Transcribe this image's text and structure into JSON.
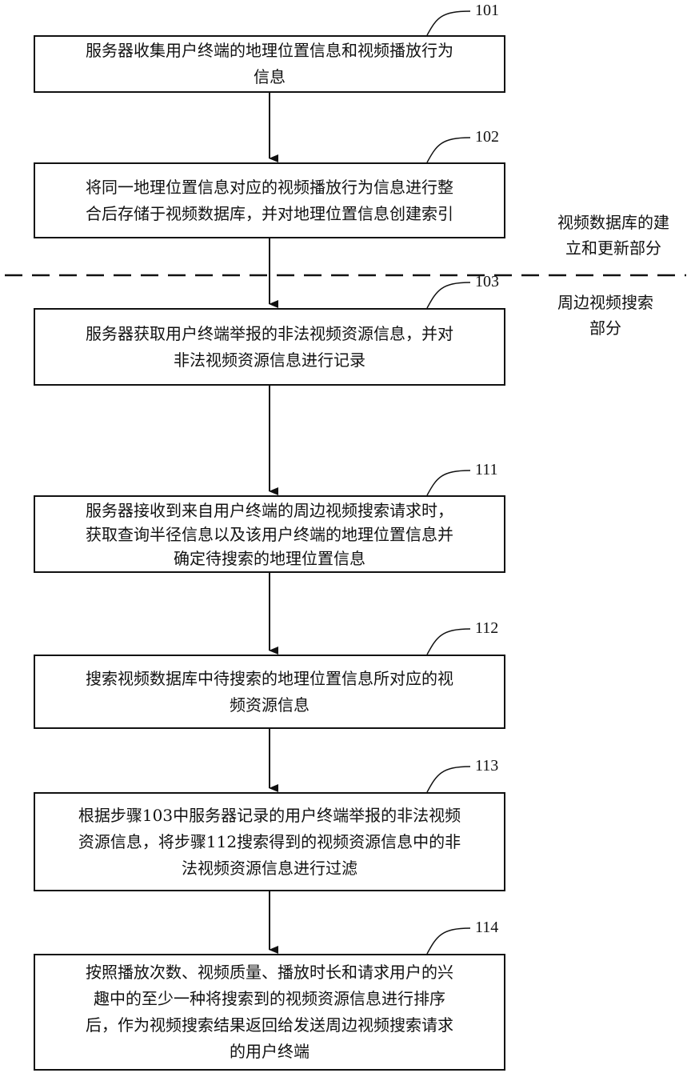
{
  "steps": [
    {
      "id": "101",
      "lines": [
        "服务器收集用户终端的地理位置信息和视频播放行为",
        "信息"
      ]
    },
    {
      "id": "102",
      "lines": [
        "将同一地理位置信息对应的视频播放行为信息进行整",
        "合后存储于视频数据库，并对地理位置信息创建索引"
      ]
    },
    {
      "id": "103",
      "lines": [
        "服务器获取用户终端举报的非法视频资源信息，并对",
        "非法视频资源信息进行记录"
      ]
    },
    {
      "id": "111",
      "lines": [
        "服务器接收到来自用户终端的周边视频搜索请求时，",
        "获取查询半径信息以及该用户终端的地理位置信息并",
        "确定待搜索的地理位置信息"
      ]
    },
    {
      "id": "112",
      "lines": [
        "搜索视频数据库中待搜索的地理位置信息所对应的视",
        "频资源信息"
      ]
    },
    {
      "id": "113",
      "lines": [
        "根据步骤103中服务器记录的用户终端举报的非法视频",
        "资源信息，将步骤112搜索得到的视频资源信息中的非",
        "法视频资源信息进行过滤"
      ]
    },
    {
      "id": "114",
      "lines": [
        "按照播放次数、视频质量、播放时长和请求用户的兴",
        "趣中的至少一种将搜索到的视频资源信息进行排序",
        "后，作为视频搜索结果返回给发送周边视频搜索请求",
        "的用户终端"
      ]
    }
  ],
  "sections": {
    "upper": [
      "视频数据库的建",
      "立和更新部分"
    ],
    "lower": [
      "周边视频搜索",
      "部分"
    ]
  },
  "colors": {
    "line": "#111111",
    "background": "#ffffff"
  }
}
